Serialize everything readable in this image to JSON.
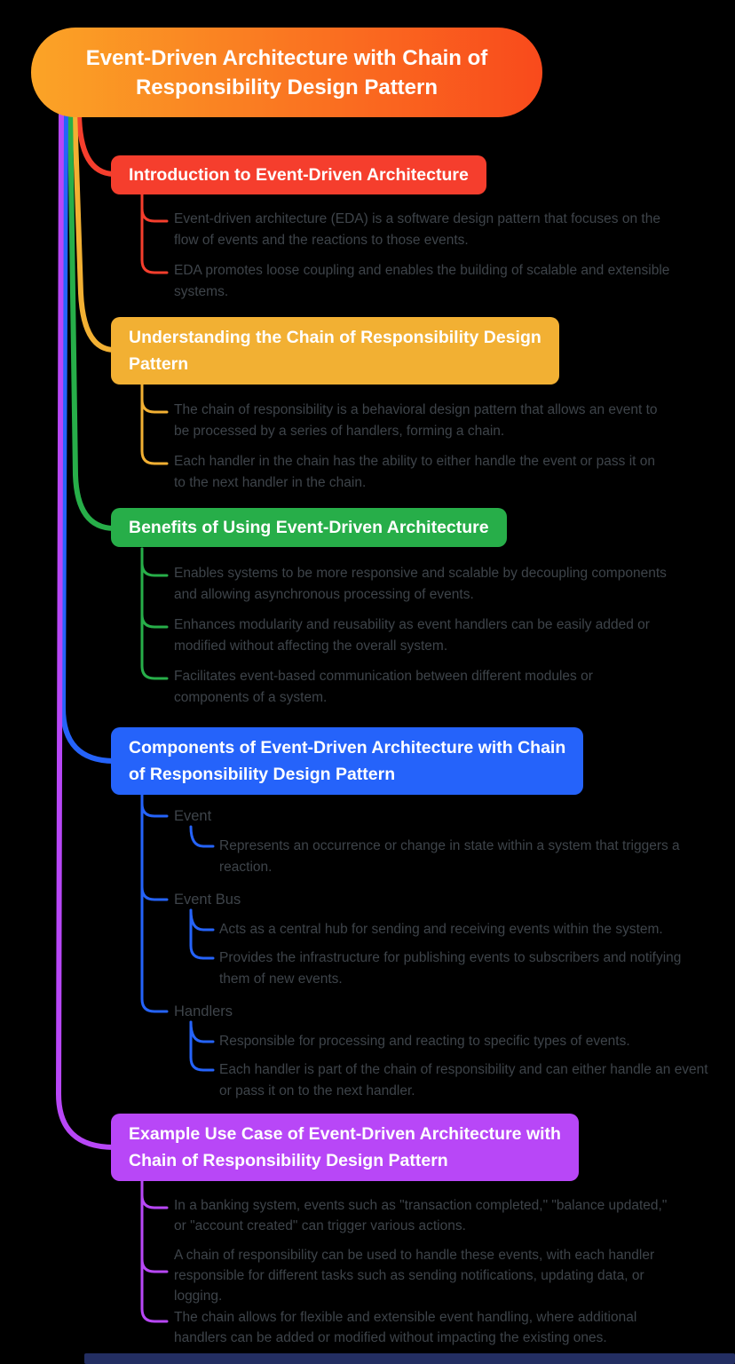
{
  "root": {
    "title": "Event-Driven Architecture with Chain of\nResponsibility Design Pattern",
    "gradient_start": "#FBA426",
    "gradient_end": "#F94A1C",
    "text_color": "#FFFFFF"
  },
  "body_text_color": "#3E444A",
  "bottom_bar": {
    "color": "#232E62"
  },
  "sections": [
    {
      "title": "Introduction to Event-Driven Architecture",
      "color": "#F53E2D",
      "items": [
        "Event-driven architecture (EDA) is a software design pattern that focuses on the\nflow of events and the reactions to those events.",
        "EDA promotes loose coupling and enables the building of scalable and extensible\nsystems."
      ]
    },
    {
      "title": "Understanding the Chain of Responsibility Design\nPattern",
      "color": "#F2B033",
      "items": [
        "The chain of responsibility is a behavioral design pattern that allows an event to\nbe processed by a series of handlers, forming a chain.",
        "Each handler in the chain has the ability to either handle the event or pass it on\nto the next handler in the chain."
      ]
    },
    {
      "title": "Benefits of Using Event-Driven Architecture",
      "color": "#27AE49",
      "items": [
        "Enables systems to be more responsive and scalable by decoupling components\nand allowing asynchronous processing of events.",
        "Enhances modularity and reusability as event handlers can be easily added or\nmodified without affecting the overall system.",
        "Facilitates event-based communication between different modules or\ncomponents of a system."
      ]
    },
    {
      "title": "Components of Event-Driven Architecture with Chain\nof Responsibility Design Pattern",
      "color": "#2563FA",
      "subnodes": [
        {
          "label": "Event",
          "children": [
            "Represents an occurrence or change in state within a system that triggers a\nreaction."
          ]
        },
        {
          "label": "Event Bus",
          "children": [
            "Acts as a central hub for sending and receiving events within the system.",
            "Provides the infrastructure for publishing events to subscribers and notifying\nthem of new events."
          ]
        },
        {
          "label": "Handlers",
          "children": [
            "Responsible for processing and reacting to specific types of events.",
            "Each handler is part of the chain of responsibility and can either handle an event\nor pass it on to the next handler."
          ]
        }
      ]
    },
    {
      "title": "Example Use Case of Event-Driven Architecture with\nChain of Responsibility Design Pattern",
      "color": "#B847F7",
      "items": [
        "In a banking system, events such as \"transaction completed,\" \"balance updated,\"\nor \"account created\" can trigger various actions.",
        "A chain of responsibility can be used to handle these events, with each handler\nresponsible for different tasks such as sending notifications, updating data, or\nlogging.",
        "The chain allows for flexible and extensible event handling, where additional\nhandlers can be added or modified without impacting the existing ones."
      ]
    }
  ]
}
